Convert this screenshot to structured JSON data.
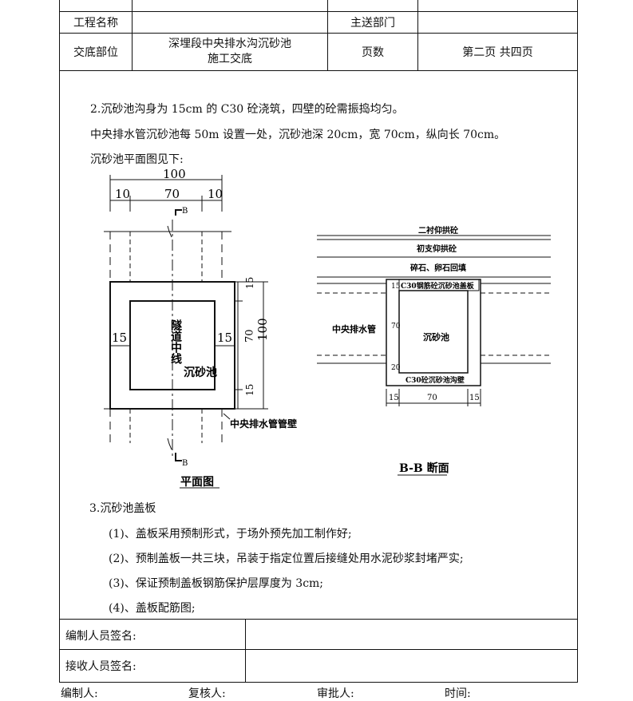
{
  "header": {
    "project_label": "工程名称",
    "project_value": "",
    "dept_label": "主送部门",
    "dept_value": "",
    "part_label": "交底部位",
    "part_value_line1": "深埋段中央排水沟沉砂池",
    "part_value_line2": "施工交底",
    "pages_label": "页数",
    "pages_value": "第二页  共四页"
  },
  "body": {
    "p1": "2.沉砂池沟身为 15cm 的 C30 砼浇筑，四壁的砼需振捣均匀。",
    "p2": "中央排水管沉砂池每 50m 设置一处，沉砂池深 20cm，宽 70cm，纵向长 70cm。",
    "p3": "沉砂池平面图见下:",
    "s3_title": "3.沉砂池盖板",
    "items": [
      "(1)、盖板采用预制形式，于场外预先加工制作好;",
      "(2)、预制盖板一共三块，吊装于指定位置后接缝处用水泥砂浆封堵严实;",
      "(3)、保证预制盖板钢筋保护层厚度为 3cm;",
      "(4)、盖板配筋图;"
    ]
  },
  "plan": {
    "dim_total": "100",
    "dim_left": "10",
    "dim_mid": "70",
    "dim_right": "10",
    "section_mark": "B",
    "wall_left": "15",
    "wall_right": "15",
    "dim_top": "15",
    "dim_center": "70",
    "dim_bottom": "15",
    "dim_overall": "100",
    "tunnel_line": "隧道中线",
    "basin": "沉砂池",
    "pipe_wall": "中央排水管管壁",
    "caption": "平面图"
  },
  "section": {
    "layer1": "二衬仰拱砼",
    "layer2": "初支仰拱砼",
    "layer3": "碎石、卵石回填",
    "cover": "C30钢筋砼沉砂池盖板",
    "pipe": "中央排水管",
    "basin": "沉砂池",
    "bottom": "C30砼沉砂池沟壁",
    "v15": "15",
    "v70": "70",
    "v20": "20",
    "b15a": "15",
    "b70": "70",
    "b15b": "15",
    "caption": "B-B 断面"
  },
  "sign": {
    "compiler_label": "编制人员签名:",
    "receiver_label": "接收人员签名:"
  },
  "footer": {
    "maker": "编制人:",
    "checker": "复核人:",
    "approver": "审批人:",
    "time": "时间:"
  }
}
